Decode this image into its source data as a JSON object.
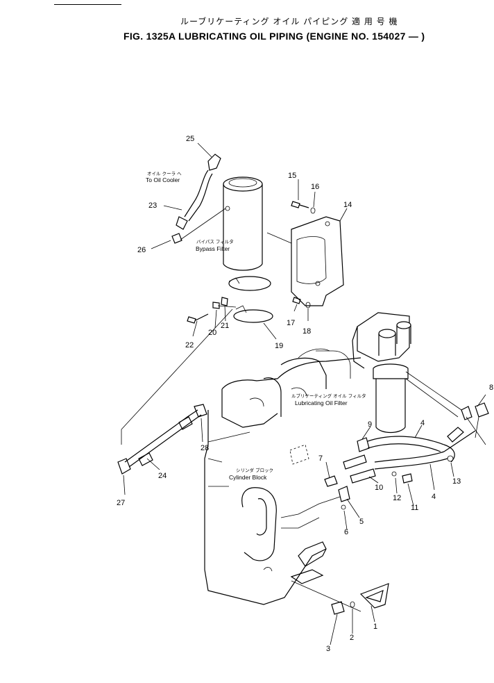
{
  "header": {
    "title_jp": "ルーブリケーティング オイル パイピング 適 用 号 機",
    "title_en": "FIG. 1325A   LUBRICATING  OIL  PIPING (ENGINE  NO.  154027 — )"
  },
  "labels": {
    "to_oil_cooler_jp": "オイル クーラ へ",
    "to_oil_cooler": "To Oil Cooler",
    "bypass_filter_jp": "バイパス フィルタ",
    "bypass_filter": "Bypass Filter",
    "lubricating_oil_filter_jp": "ルブリケーティング オイル フィルタ",
    "lubricating_oil_filter": "Lubricating   Oil   Filter",
    "cylinder_block_jp": "シリンダ ブロック",
    "cylinder_block": "Cylinder   Block"
  },
  "callouts": {
    "c1": "1",
    "c2": "2",
    "c3": "3",
    "c4a": "4",
    "c4b": "4",
    "c5": "5",
    "c6": "6",
    "c7": "7",
    "c8": "8",
    "c9": "9",
    "c10": "10",
    "c11": "11",
    "c12": "12",
    "c13": "13",
    "c14": "14",
    "c15": "15",
    "c16": "16",
    "c17": "17",
    "c18": "18",
    "c19": "19",
    "c20": "20",
    "c21": "21",
    "c22": "22",
    "c23": "23",
    "c24": "24",
    "c25": "25",
    "c26": "26",
    "c27": "27",
    "c28": "28"
  }
}
